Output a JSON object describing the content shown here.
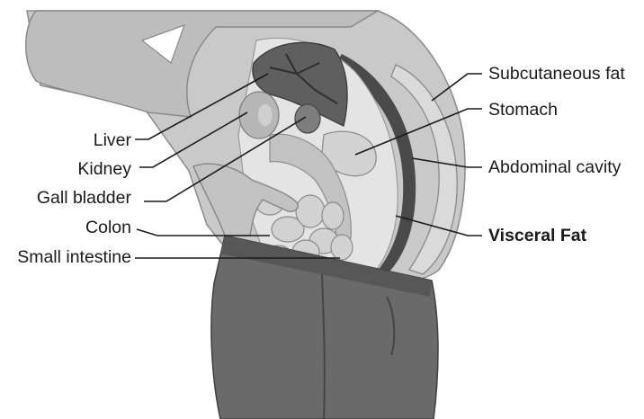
{
  "labels": {
    "liver": "Liver",
    "kidney": "Kidney",
    "gall_bladder": "Gall bladder",
    "colon": "Colon",
    "small_intestine": "Small intestine",
    "subcutaneous_fat": "Subcutaneous fat",
    "stomach": "Stomach",
    "abdominal_cavity": "Abdominal cavity",
    "visceral_fat": "Visceral Fat"
  },
  "colors": {
    "background": "#ffffff",
    "skin": "#c8c8c8",
    "skin_shadow": "#b4b4b4",
    "subcutaneous_layer": "#d6d6d6",
    "cavity": "#e2e2e2",
    "organ_dark": "#5e5e5e",
    "organ_mid": "#a9a9a9",
    "intestine": "#cfcfcf",
    "pants": "#6a6a6a",
    "pants_dark": "#4f4f4f",
    "text": "#1a1a1a"
  }
}
